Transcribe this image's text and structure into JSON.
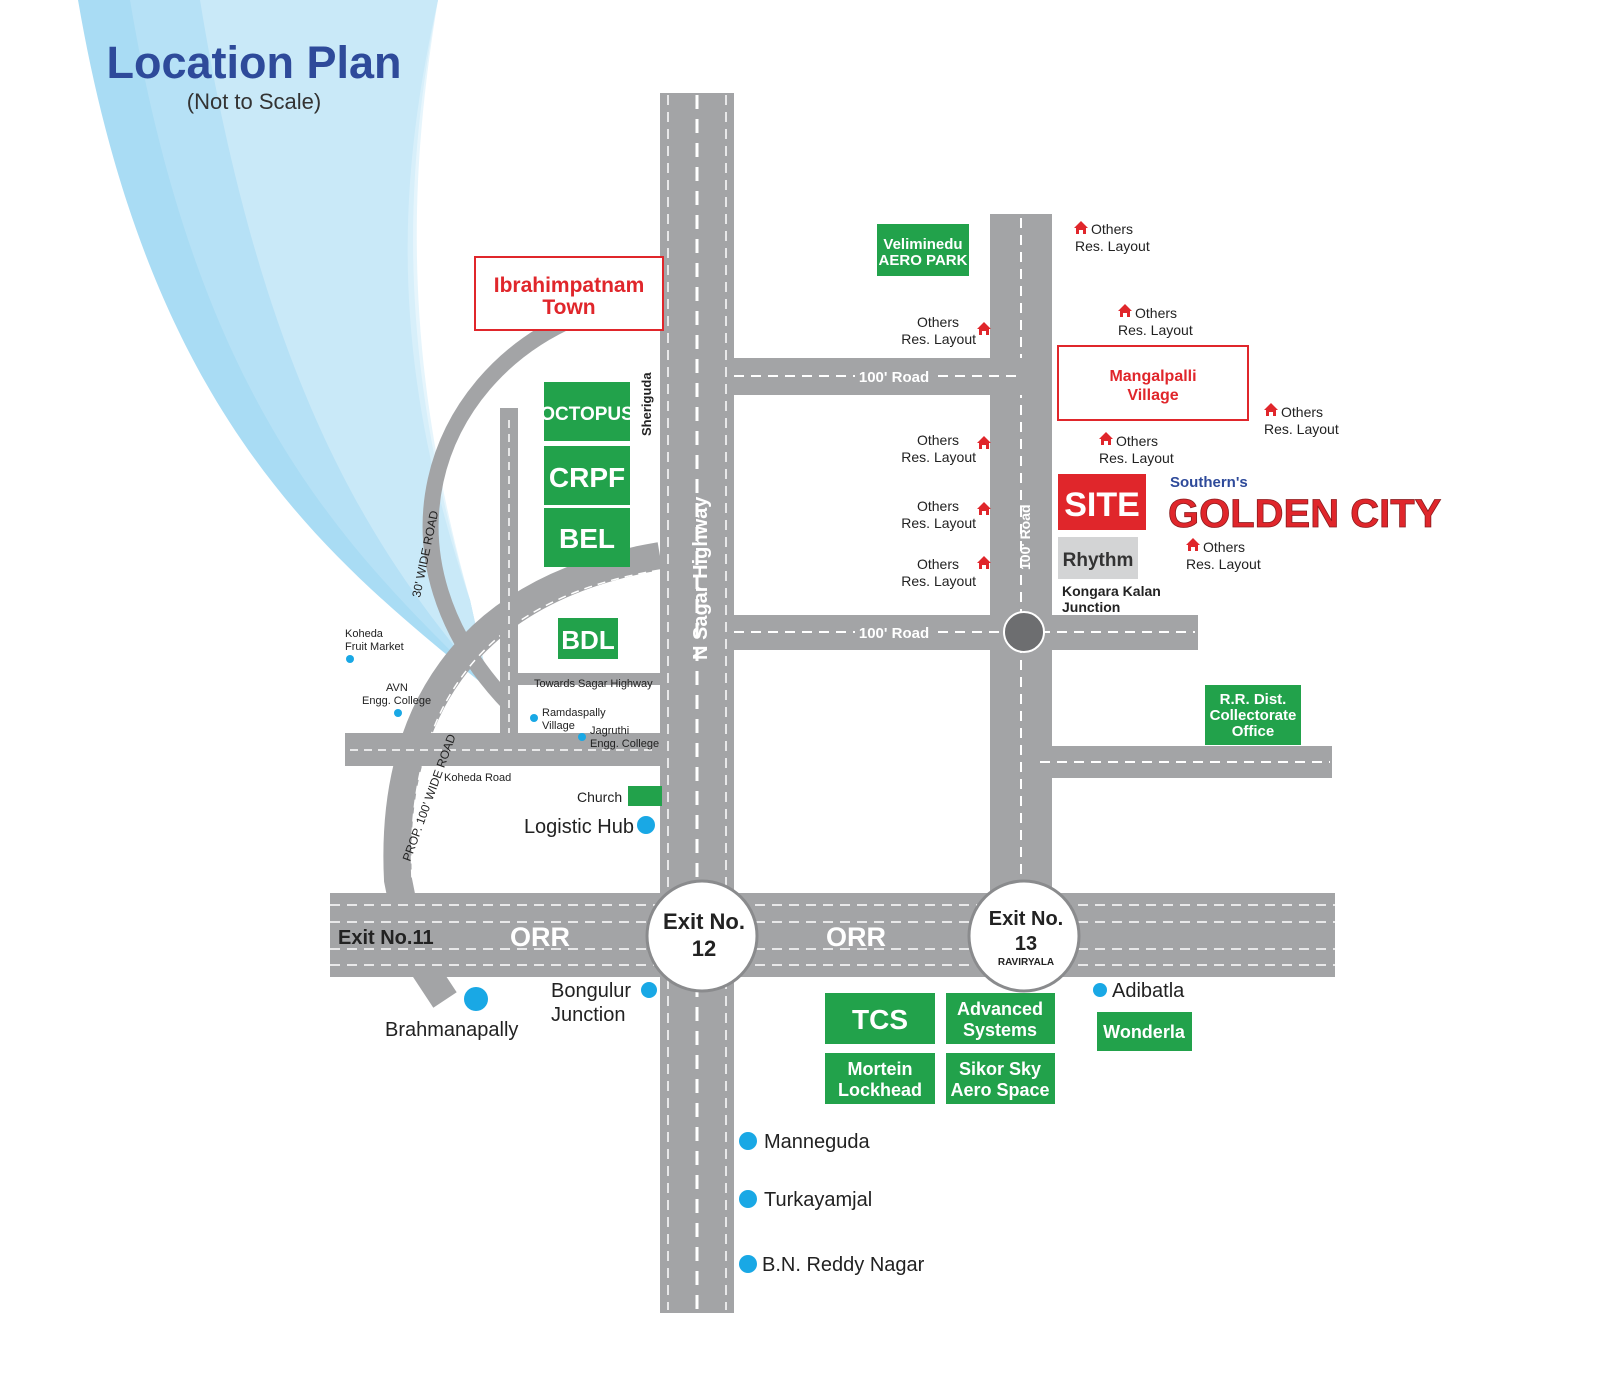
{
  "title": "Location Plan",
  "subtitle": "(Not to Scale)",
  "colors": {
    "sky": "#a9dcf4",
    "road": "#a3a4a6",
    "road_marking": "#ffffff",
    "green_box": "#22a24b",
    "red": "#e0262b",
    "title_blue": "#2e4a9a",
    "dot_blue": "#19a8e5",
    "junction": "#6d6e70"
  },
  "roads": {
    "n_sagar_highway": "N Sagar Highway",
    "sheriguda": "Sheriguda",
    "road_100_top": "100' Road",
    "road_100_mid": "100' Road",
    "road_100_vertical": "100' Road",
    "wide_30": "30' WIDE ROAD",
    "prop_100": "PROP. 100' WIDE ROAD",
    "towards_sagar": "Towards Sagar Highway",
    "koheda_road": "Koheda Road",
    "orr_left": "ORR",
    "orr_right": "ORR",
    "exit_11": "Exit No.11"
  },
  "exits": {
    "exit12_line1": "Exit No.",
    "exit12_line2": "12",
    "exit13_line1": "Exit No.",
    "exit13_line2": "13",
    "exit13_sub": "RAVIRYALA"
  },
  "landmarks": {
    "octopus": "OCTOPUS",
    "crpf": "CRPF",
    "bel": "BEL",
    "bdl": "BDL",
    "veliminedu_1": "Veliminedu",
    "veliminedu_2": "AERO PARK",
    "rr_1": "R.R. Dist.",
    "rr_2": "Collectorate",
    "rr_3": "Office",
    "tcs": "TCS",
    "adv_1": "Advanced",
    "adv_2": "Systems",
    "wonderla": "Wonderla",
    "mortein_1": "Mortein",
    "mortein_2": "Lockhead",
    "sikor_1": "Sikor Sky",
    "sikor_2": "Aero Space",
    "church": "Church"
  },
  "towns": {
    "ibrahimpatnam_1": "Ibrahimpatnam",
    "ibrahimpatnam_2": "Town",
    "mangalpalli_1": "Mangalpalli",
    "mangalpalli_2": "Village"
  },
  "site": {
    "label": "SITE",
    "brand_small": "Southern's",
    "brand_big": "GOLDEN CITY",
    "rhythm": "Rhythm",
    "kongara_1": "Kongara Kalan",
    "kongara_2": "Junction"
  },
  "layouts": {
    "others": "Others",
    "res_layout": "Res. Layout"
  },
  "places": {
    "koheda_1": "Koheda",
    "koheda_2": "Fruit Market",
    "avn_1": "AVN",
    "avn_2": "Engg. College",
    "ramdaspally_1": "Ramdaspally",
    "ramdaspally_2": "Village",
    "jagruthi_1": "Jagruthi",
    "jagruthi_2": "Engg. College",
    "logistic_hub": "Logistic Hub",
    "brahmanapally": "Brahmanapally",
    "bongulur_1": "Bongulur",
    "bongulur_2": "Junction",
    "adibatla": "Adibatla",
    "manneguda": "Manneguda",
    "turkayamjal": "Turkayamjal",
    "bn_reddy": "B.N. Reddy Nagar"
  }
}
